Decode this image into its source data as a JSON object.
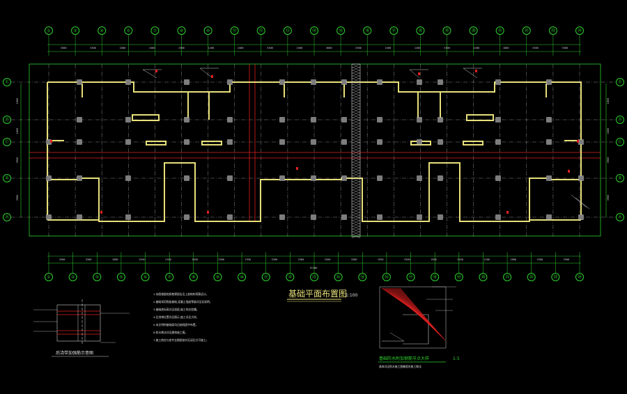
{
  "drawing": {
    "title": "基础平面布置图",
    "scale": "1:100",
    "detail_left_title": "后浇带加强筋示意图",
    "detail_right_title": "基础防水附加钢筋节点大样",
    "detail_right_scale": "1:5",
    "detail_right_note": "具体详见防水施工图集相关施工做法",
    "notes": [
      "1.本图根据地质勘察报告及上部结构荷载设计。",
      "2.基础采用筏板基础,混凝土强度等级详见总说明。",
      "3.基础底标高详见剖面,施工时应验槽。",
      "4.后浇带位置详见图示,施工详见大样。",
      "5.未注明的基础梁均沿轴线居中布置。",
      "6.防水做法详见建筑施工图。",
      "7.施工前应与各专业图纸核对无误后方可施工。"
    ]
  },
  "axes": {
    "top": [
      "①",
      "②",
      "④",
      "⑤",
      "⑦",
      "⑨",
      "⑩",
      "⑪",
      "⑫",
      "⑬",
      "⑭",
      "⑮",
      "⑯",
      "⑰",
      "⑱",
      "⑲",
      "⑳",
      "㉑",
      "㉒",
      "㉓",
      "㉔"
    ],
    "bottom": [
      "①",
      "②",
      "③",
      "⑤",
      "⑥",
      "⑦",
      "⑧",
      "⑨",
      "⑩",
      "⑪",
      "⑫",
      "⑬",
      "⑭",
      "⑮",
      "⑯",
      "⑰",
      "⑱",
      "⑲",
      "⑳",
      "㉑",
      "㉒",
      "㉓",
      "㉔"
    ],
    "side": [
      "Ⓔ",
      "Ⓓ",
      "Ⓒ",
      "Ⓑ",
      "Ⓐ"
    ]
  },
  "dimensions": {
    "overall": "51100",
    "top_segments": [
      "3300",
      "3300",
      "1800",
      "2400",
      "3300",
      "1200",
      "2400",
      "3300",
      "2400",
      "3600",
      "2500",
      "2400",
      "1200",
      "3300",
      "2400",
      "1800",
      "3300",
      "3300"
    ],
    "bottom_segments": [
      "3300",
      "3300",
      "1800",
      "1200",
      "2100",
      "1500",
      "3300",
      "1950",
      "3300",
      "2500",
      "2500",
      "3300",
      "1950",
      "3300",
      "1500",
      "2100",
      "1200",
      "1800",
      "3300",
      "3300"
    ],
    "side_segments": [
      "1800",
      "1800",
      "3900",
      "3900"
    ]
  },
  "colors": {
    "background": "#000000",
    "axis": "#2fd12f",
    "wall": "#e8e07a",
    "grid": "#8a8a8a",
    "red": "#e02020"
  }
}
